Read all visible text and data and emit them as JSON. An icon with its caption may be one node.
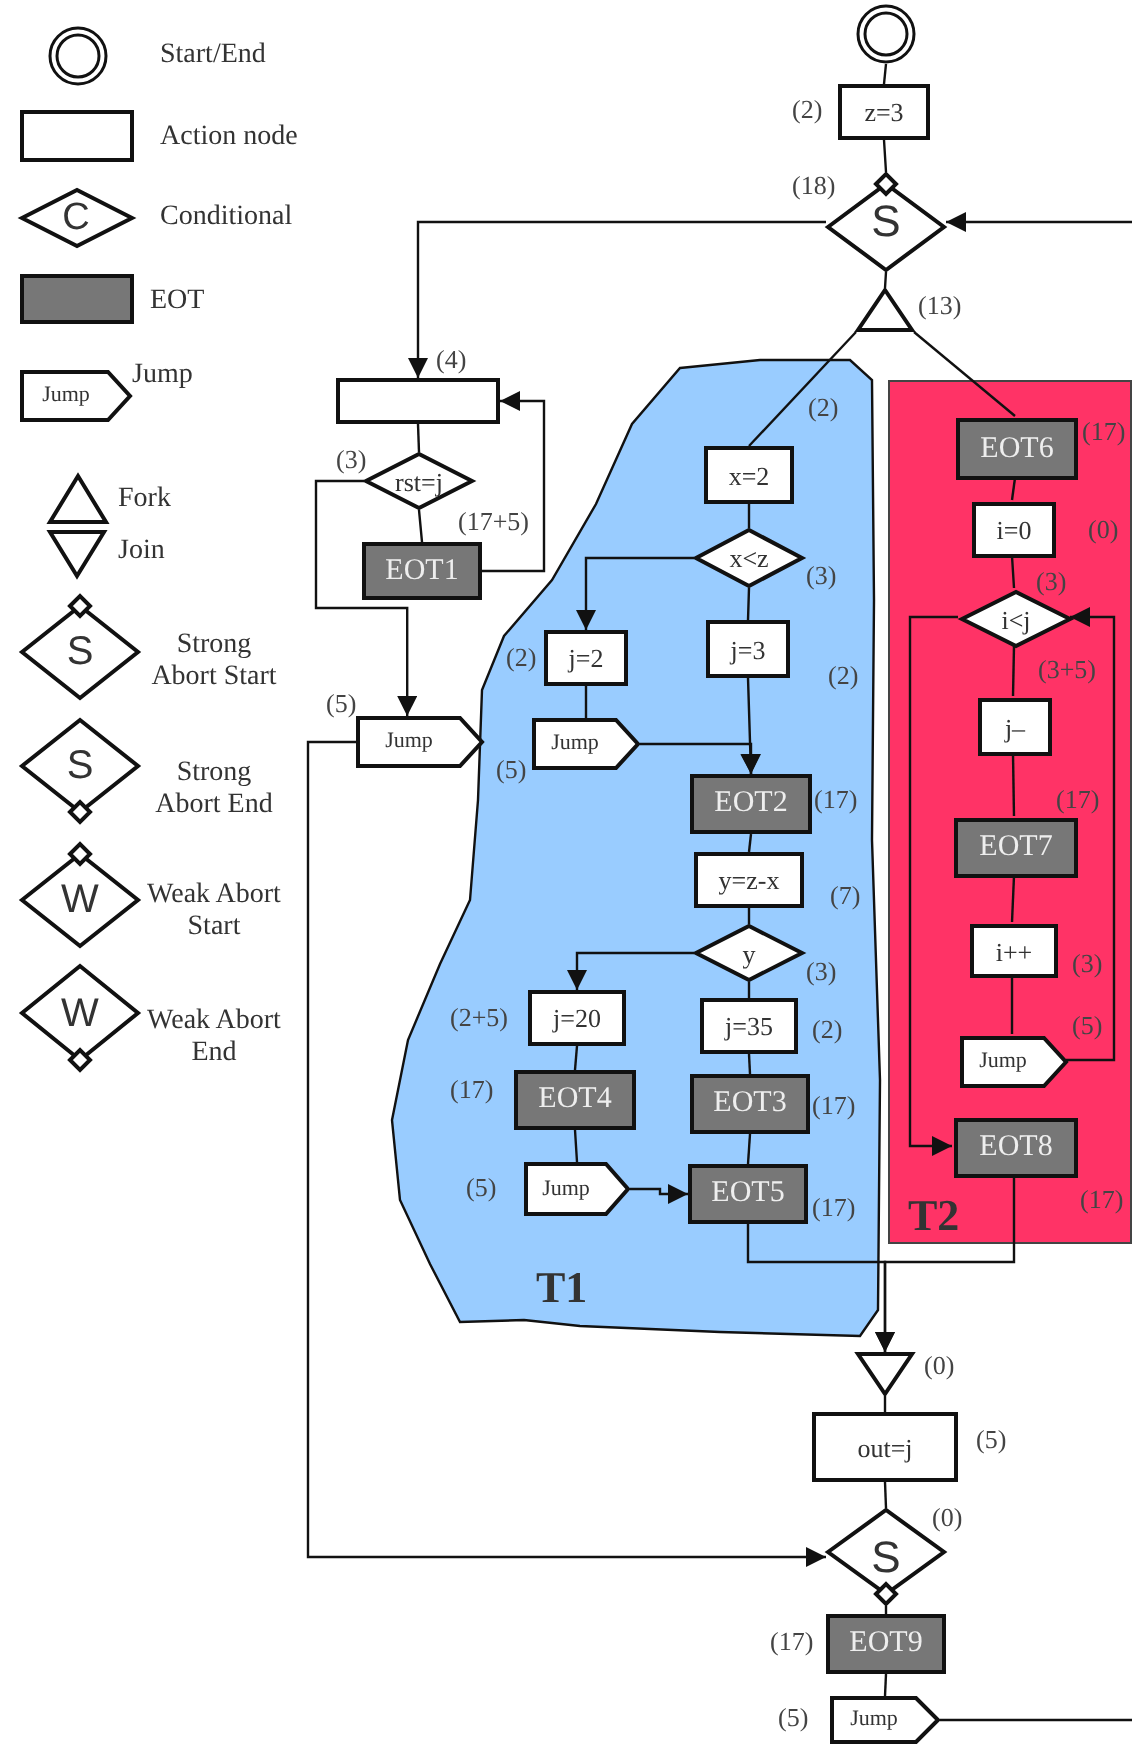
{
  "diagram": {
    "nodes": [
      {
        "text": [],
        "shape": "circle"
      },
      {
        "text": [
          "z=3"
        ],
        "beside": [
          "(2)"
        ]
      },
      {
        "text": [
          "S"
        ],
        "beside": [
          "(18)"
        ]
      },
      {
        "text": [],
        "shape": "triangle",
        "beside": [
          "(13)"
        ]
      },
      {
        "text": [],
        "shape": "box",
        "beside": [
          "(4)"
        ]
      },
      {
        "text": [
          "rst=j"
        ],
        "beside": [
          "(3)"
        ]
      },
      {
        "text": [
          "EOT1"
        ],
        "beside": [
          "(17+5)"
        ]
      },
      {
        "text": [
          "Jump"
        ],
        "beside": [
          "(5)"
        ]
      },
      {
        "text": [
          "T1"
        ]
      },
      {
        "text": [
          "x=2"
        ],
        "in": 8,
        "beside": [
          "(2)"
        ]
      },
      {
        "text": [
          "x<z"
        ],
        "in": 8,
        "beside": [
          "(3)"
        ]
      },
      {
        "text": [
          "j=2"
        ],
        "in": 8,
        "beside": [
          "(2)"
        ]
      },
      {
        "text": [
          "j=3"
        ],
        "in": 8,
        "beside": [
          "(2)"
        ]
      },
      {
        "text": [
          "Jump"
        ],
        "in": 8,
        "beside": [
          "(5)"
        ]
      },
      {
        "text": [
          "EOT2"
        ],
        "in": 8,
        "beside": [
          "(17)"
        ]
      },
      {
        "text": [
          "y=z-x"
        ],
        "in": 8,
        "beside": [
          "(7)"
        ]
      },
      {
        "text": [
          "y"
        ],
        "in": 8,
        "beside": [
          "(3)"
        ]
      },
      {
        "text": [
          "j=20"
        ],
        "in": 8,
        "beside": [
          "(2+5)"
        ]
      },
      {
        "text": [
          "j=35"
        ],
        "in": 8,
        "beside": [
          "(2)"
        ]
      },
      {
        "text": [
          "EOT4"
        ],
        "in": 8,
        "beside": [
          "(17)"
        ]
      },
      {
        "text": [
          "EOT3"
        ],
        "in": 8,
        "beside": [
          "(17)"
        ]
      },
      {
        "text": [
          "Jump"
        ],
        "in": 8,
        "beside": [
          "(5)"
        ]
      },
      {
        "text": [
          "EOT5"
        ],
        "in": 8,
        "beside": [
          "(17)"
        ]
      },
      {
        "text": [
          "T2"
        ]
      },
      {
        "text": [
          "EOT6"
        ],
        "in": 23,
        "beside": [
          "(17)"
        ]
      },
      {
        "text": [
          "i=0"
        ],
        "in": 23,
        "beside": [
          "(0)"
        ]
      },
      {
        "text": [
          "i<j"
        ],
        "in": 23,
        "beside": [
          "(3)"
        ]
      },
      {
        "text": [
          "j–"
        ],
        "in": 23,
        "beside": [
          "(3+5)"
        ]
      },
      {
        "text": [
          "EOT7"
        ],
        "in": 23,
        "beside": [
          "(17)"
        ]
      },
      {
        "text": [
          "i++"
        ],
        "in": 23,
        "beside": [
          "(3)"
        ]
      },
      {
        "text": [
          "Jump"
        ],
        "in": 23,
        "beside": [
          "(5)"
        ]
      },
      {
        "text": [
          "EOT8"
        ],
        "in": 23,
        "beside": [
          "(17)"
        ]
      },
      {
        "text": [],
        "shape": "triangle",
        "beside": [
          "(0)"
        ]
      },
      {
        "text": [
          "out=j"
        ],
        "beside": [
          "(5)"
        ]
      },
      {
        "text": [
          "S"
        ],
        "beside": [
          "(0)"
        ]
      },
      {
        "text": [
          "EOT9"
        ],
        "beside": [
          "(17)"
        ]
      },
      {
        "text": [
          "Jump"
        ],
        "beside": [
          "(5)"
        ]
      }
    ],
    "edges": [
      {
        "from": 0,
        "to": 1,
        "arrow": "none"
      },
      {
        "from": 1,
        "to": 2,
        "arrow": "none"
      },
      {
        "from": 2,
        "to": 3,
        "arrow": "none"
      },
      {
        "from": null,
        "to": 2,
        "arrow": "to"
      },
      {
        "from": 2,
        "to": 4,
        "arrow": "to"
      },
      {
        "from": 3,
        "to": 9,
        "arrow": "none"
      },
      {
        "from": 3,
        "to": 24,
        "arrow": "none"
      },
      {
        "from": 4,
        "to": 5,
        "arrow": "none"
      },
      {
        "from": 5,
        "to": 6,
        "arrow": "none"
      },
      {
        "from": 6,
        "to": 4,
        "arrow": "to"
      },
      {
        "from": 5,
        "to": 7,
        "arrow": "to"
      },
      {
        "from": 7,
        "to": 34,
        "arrow": "to"
      },
      {
        "from": 9,
        "to": 10,
        "arrow": "none"
      },
      {
        "from": 10,
        "to": 11,
        "arrow": "to"
      },
      {
        "from": 10,
        "to": 12,
        "arrow": "none"
      },
      {
        "from": 12,
        "to": 14,
        "arrow": "to"
      },
      {
        "from": 11,
        "to": 13,
        "arrow": "none"
      },
      {
        "from": 13,
        "to": 14,
        "arrow": "to"
      },
      {
        "from": 14,
        "to": 15,
        "arrow": "none"
      },
      {
        "from": 15,
        "to": 16,
        "arrow": "none"
      },
      {
        "from": 16,
        "to": 17,
        "arrow": "to"
      },
      {
        "from": 16,
        "to": 18,
        "arrow": "none"
      },
      {
        "from": 17,
        "to": 19,
        "arrow": "none"
      },
      {
        "from": 18,
        "to": 20,
        "arrow": "none"
      },
      {
        "from": 19,
        "to": 21,
        "arrow": "none"
      },
      {
        "from": 20,
        "to": 22,
        "arrow": "none"
      },
      {
        "from": 21,
        "to": 22,
        "arrow": "to"
      },
      {
        "from": 22,
        "to": 32,
        "arrow": "to"
      },
      {
        "from": 31,
        "to": 32,
        "arrow": "to"
      },
      {
        "from": 24,
        "to": 25,
        "arrow": "none"
      },
      {
        "from": 25,
        "to": 26,
        "arrow": "none"
      },
      {
        "from": 26,
        "to": 27,
        "arrow": "none"
      },
      {
        "from": 27,
        "to": 28,
        "arrow": "none"
      },
      {
        "from": 28,
        "to": 29,
        "arrow": "none"
      },
      {
        "from": 29,
        "to": 30,
        "arrow": "none"
      },
      {
        "from": 30,
        "to": 26,
        "arrow": "to"
      },
      {
        "from": 26,
        "to": 31,
        "arrow": "to"
      },
      {
        "from": 32,
        "to": 33,
        "arrow": "none"
      },
      {
        "from": 33,
        "to": 34,
        "arrow": "none"
      },
      {
        "from": 34,
        "to": 35,
        "arrow": "none"
      },
      {
        "from": 35,
        "to": 36,
        "arrow": "none"
      },
      {
        "from": 36,
        "to": null,
        "arrow": "none"
      }
    ],
    "labels": [
      "C",
      "Jump",
      "S",
      "S",
      "W",
      "W"
    ],
    "legend": [
      {
        "text": "Start/End"
      },
      {
        "text": "Action node"
      },
      {
        "text": "Conditional"
      },
      {
        "text": "EOT"
      },
      {
        "text": "Jump"
      },
      {
        "text": "Fork"
      },
      {
        "text": "Join"
      },
      {
        "text": "Strong Abort Start"
      },
      {
        "text": "Strong Abort End"
      },
      {
        "text": "Weak Abort Start"
      },
      {
        "text": "Weak Abort End"
      }
    ]
  }
}
